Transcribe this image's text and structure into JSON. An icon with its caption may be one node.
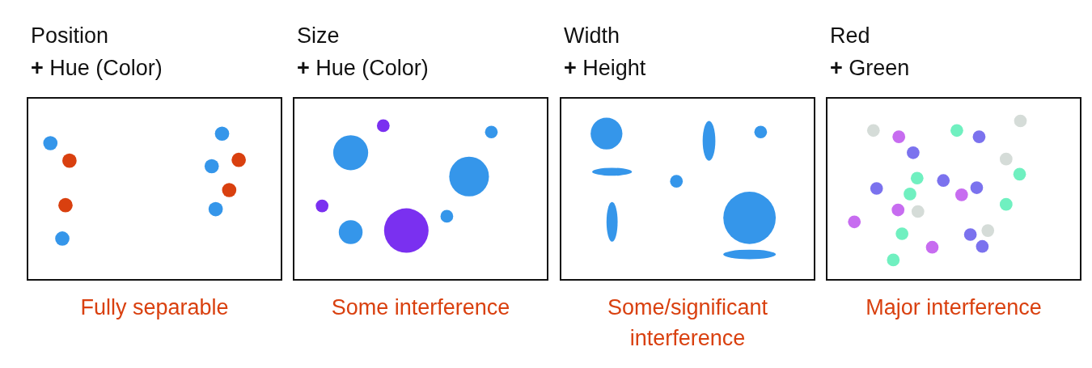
{
  "diagram": {
    "nodes": [
      {
        "text": [
          "Position",
          "**+** Hue (Color)"
        ],
        "beside": [
          "Fully separable"
        ]
      },
      {
        "text": [
          "Size",
          "**+** Hue (Color)"
        ],
        "beside": [
          "Some interference"
        ]
      },
      {
        "text": [
          "Width",
          "**+** Height"
        ],
        "beside": [
          "Some/significant interference"
        ]
      },
      {
        "text": [
          "Red",
          "**+** Green"
        ],
        "beside": [
          "Major interference"
        ]
      }
    ]
  }
}
